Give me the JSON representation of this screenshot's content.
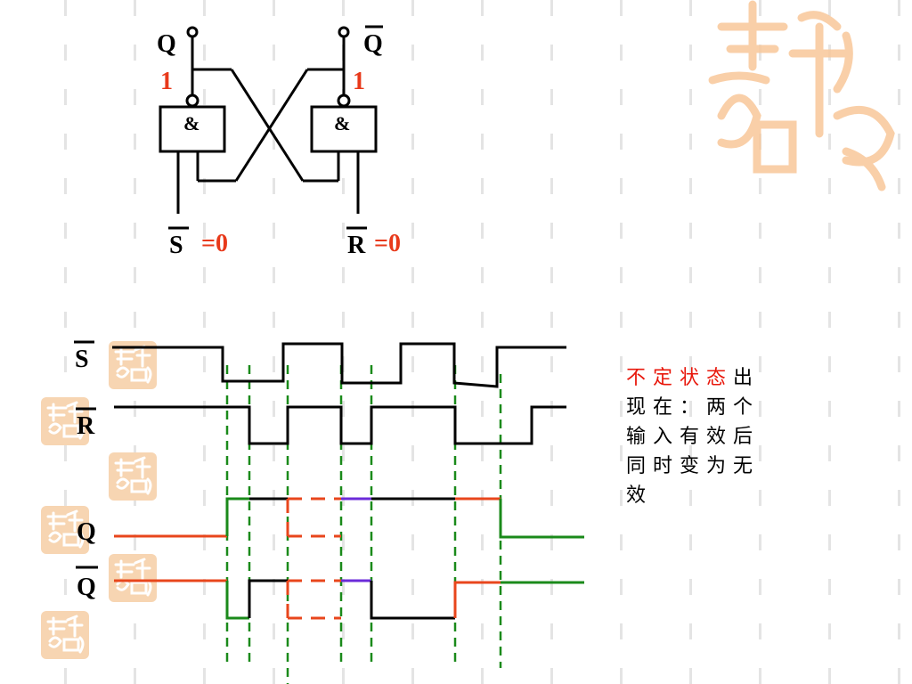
{
  "circuit": {
    "q_label": "Q",
    "qbar_label": "Q",
    "q_value": "1",
    "qbar_value": "1",
    "gate_left_symbol": "&",
    "gate_right_symbol": "&",
    "s_label": "S",
    "s_value": "=0",
    "r_label": "R",
    "r_value": "=0"
  },
  "timing": {
    "signals": [
      {
        "label": "S"
      },
      {
        "label": "R"
      },
      {
        "label": "Q"
      },
      {
        "label": "Q"
      }
    ]
  },
  "note": {
    "highlight": "不定状态",
    "text": "出现在：两个输入有效后同时变为无效"
  },
  "colors": {
    "red": "#e8391a",
    "orange_wave": "#e8461c",
    "green": "#1a8a1a",
    "purple": "#6b2bd9",
    "watermark": "#f5c9a0"
  },
  "icons": [
    "seal-watermark-icon"
  ]
}
